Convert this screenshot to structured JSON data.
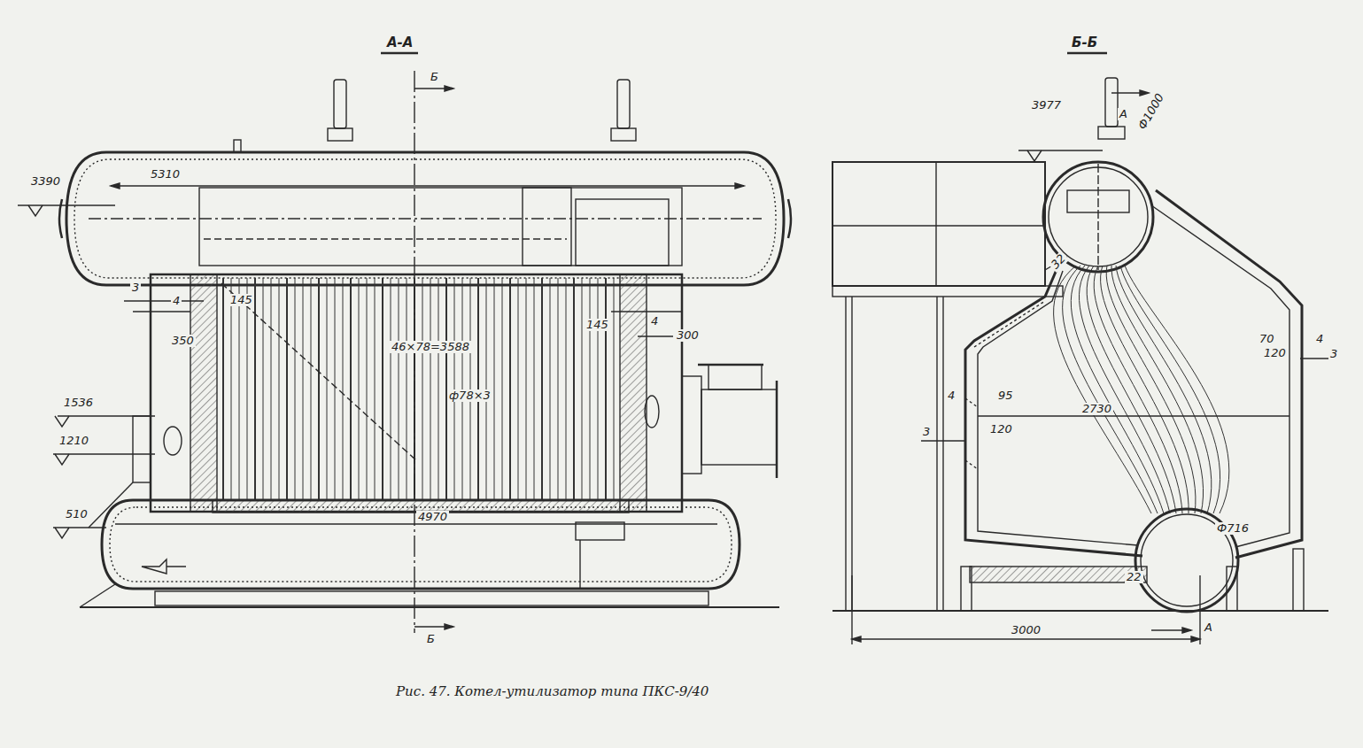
{
  "diagram": {
    "caption": "Рис. 47. Котел-утилизатор типа ПКС-9/40",
    "labels": [
      "А-А",
      "Б",
      "Б",
      "3390",
      "5310",
      "3",
      "4",
      "350",
      "145",
      "46×78=3588",
      "ф78×3",
      "145",
      "4",
      "300",
      "1536",
      "1210",
      "510",
      "4970",
      "Б-Б",
      "А",
      "3977",
      "Ф1000",
      "32",
      "70",
      "4",
      "120",
      "3",
      "4",
      "95",
      "3",
      "2730",
      "120",
      "Ф716",
      "22",
      "3000",
      "А"
    ]
  }
}
